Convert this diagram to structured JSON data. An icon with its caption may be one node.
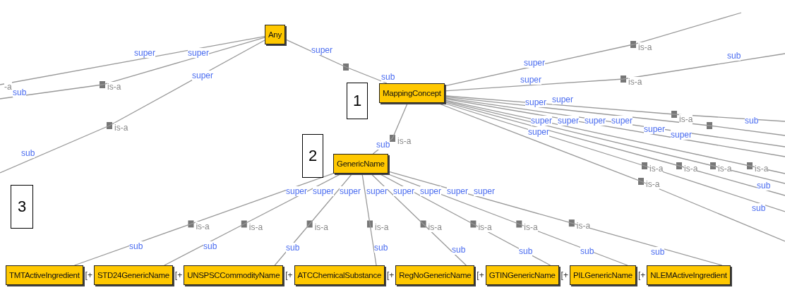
{
  "diagram": {
    "nodes": [
      {
        "text": [
          "Any"
        ]
      },
      {
        "text": [
          "1"
        ]
      },
      {
        "text": [
          "MappingConcept"
        ]
      },
      {
        "text": [
          "2"
        ]
      },
      {
        "text": [
          "GenericName"
        ]
      },
      {
        "text": [
          "3"
        ]
      },
      {
        "text": [
          "TMTActiveIngredient"
        ],
        "beside": [
          "[+"
        ]
      },
      {
        "text": [
          "STD24GenericName"
        ],
        "beside": [
          "[+"
        ]
      },
      {
        "text": [
          "UNSPSCCommodityName"
        ],
        "beside": [
          "[+"
        ]
      },
      {
        "text": [
          "ATCChemicalSubstance"
        ],
        "beside": [
          "[+"
        ]
      },
      {
        "text": [
          "RegNoGenericName"
        ],
        "beside": [
          "[+"
        ]
      },
      {
        "text": [
          "GTINGenericName"
        ],
        "beside": [
          "[+"
        ]
      },
      {
        "text": [
          "PILGenericName"
        ],
        "beside": [
          "[+"
        ]
      },
      {
        "text": [
          "NLEMActiveIngredient"
        ]
      }
    ],
    "edges": [
      {
        "from": 0,
        "to": null,
        "arrow": "none",
        "label": "-a"
      },
      {
        "from": 0,
        "to": null,
        "arrow": "none",
        "label": "is-a"
      },
      {
        "from": 0,
        "to": null,
        "arrow": "none",
        "label": "is-a"
      },
      {
        "from": 0,
        "to": 2,
        "arrow": "none"
      },
      {
        "from": 2,
        "to": null,
        "arrow": "none",
        "label": "is-a"
      },
      {
        "from": 2,
        "to": null,
        "arrow": "none",
        "label": "is-a"
      },
      {
        "from": 2,
        "to": null,
        "arrow": "none",
        "label": "is-a"
      },
      {
        "from": 2,
        "to": null,
        "arrow": "none"
      },
      {
        "from": 2,
        "to": null,
        "arrow": "none",
        "label": "is-a"
      },
      {
        "from": 2,
        "to": null,
        "arrow": "none",
        "label": "is-a"
      },
      {
        "from": 2,
        "to": null,
        "arrow": "none",
        "label": "is-a"
      },
      {
        "from": 2,
        "to": null,
        "arrow": "none",
        "label": "is-a"
      },
      {
        "from": 2,
        "to": null,
        "arrow": "none",
        "label": "is-a"
      },
      {
        "from": 2,
        "to": null,
        "arrow": "none"
      },
      {
        "from": 2,
        "to": null,
        "arrow": "none"
      },
      {
        "from": 2,
        "to": 4,
        "arrow": "none",
        "label": "is-a"
      },
      {
        "from": 4,
        "to": 6,
        "arrow": "none",
        "label": "is-a"
      },
      {
        "from": 4,
        "to": 7,
        "arrow": "none",
        "label": "is-a"
      },
      {
        "from": 4,
        "to": 8,
        "arrow": "none",
        "label": "is-a"
      },
      {
        "from": 4,
        "to": 9,
        "arrow": "none",
        "label": "is-a"
      },
      {
        "from": 4,
        "to": 10,
        "arrow": "none",
        "label": "is-a"
      },
      {
        "from": 4,
        "to": 11,
        "arrow": "none",
        "label": "is-a"
      },
      {
        "from": 4,
        "to": 12,
        "arrow": "none",
        "label": "is-a"
      },
      {
        "from": 4,
        "to": 13,
        "arrow": "none",
        "label": "is-a"
      }
    ],
    "labels": [
      "super",
      "super",
      "super",
      "super",
      "sub",
      "super",
      "super",
      "sub",
      "sub",
      "super",
      "super",
      "super",
      "super",
      "super",
      "super",
      "super",
      "super",
      "super",
      "sub",
      "sub",
      "sub",
      "super",
      "super",
      "super",
      "super",
      "super",
      "super",
      "super",
      "super",
      "sub",
      "sub",
      "sub",
      "sub",
      "sub",
      "sub",
      "sub",
      "sub",
      "sub",
      "sub"
    ]
  }
}
